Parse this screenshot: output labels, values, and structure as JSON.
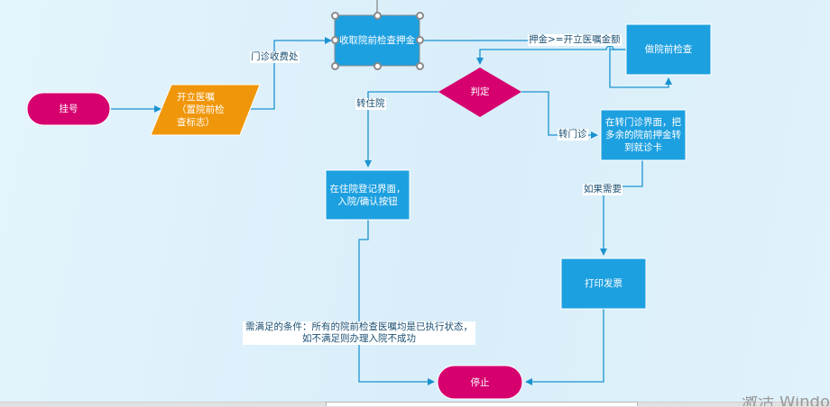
{
  "diagram": {
    "title": "院前检查押金流程",
    "colors": {
      "terminal": "#d6006f",
      "process": "#1da0e0",
      "data": "#f0960a",
      "decision": "#d6006f",
      "connector": "#1b93d1",
      "background": "#ddf0fa"
    },
    "nodes": {
      "register": {
        "type": "terminal",
        "text": "挂号"
      },
      "order": {
        "type": "data",
        "text": "开立医嘱\n（置院前检\n查标志）"
      },
      "collect_deposit": {
        "type": "process",
        "text": "收取院前检查押金",
        "selected": true
      },
      "do_exam": {
        "type": "process",
        "text": "做院前检查"
      },
      "decision": {
        "type": "decision",
        "text": "判定"
      },
      "outpatient_transfer": {
        "type": "process",
        "text": "在转门诊界面，把多余的院前押金转到就诊卡"
      },
      "inpatient_register": {
        "type": "process",
        "text": "在住院登记界面，\n入院/确认按钮"
      },
      "print_invoice": {
        "type": "process",
        "text": "打印发票"
      },
      "stop": {
        "type": "terminal",
        "text": "停止"
      }
    },
    "edges": [
      {
        "from": "register",
        "to": "order",
        "label": ""
      },
      {
        "from": "order",
        "to": "collect_deposit",
        "label": "门诊收费处"
      },
      {
        "from": "collect_deposit",
        "to": "do_exam",
        "label": "押金>=开立医嘱金额"
      },
      {
        "from": "do_exam",
        "to": "decision",
        "label": ""
      },
      {
        "from": "decision",
        "to": "inpatient_register",
        "label": "转住院"
      },
      {
        "from": "decision",
        "to": "outpatient_transfer",
        "label": "转门诊"
      },
      {
        "from": "outpatient_transfer",
        "to": "print_invoice",
        "label": "如果需要"
      },
      {
        "from": "inpatient_register",
        "to": "stop",
        "label": "需满足的条件：所有的院前检查医嘱均是已执行状态，\n如不满足则办理入院不成功"
      },
      {
        "from": "print_invoice",
        "to": "stop",
        "label": ""
      }
    ]
  },
  "taskbar": {
    "watermark": "激活 Windows"
  }
}
